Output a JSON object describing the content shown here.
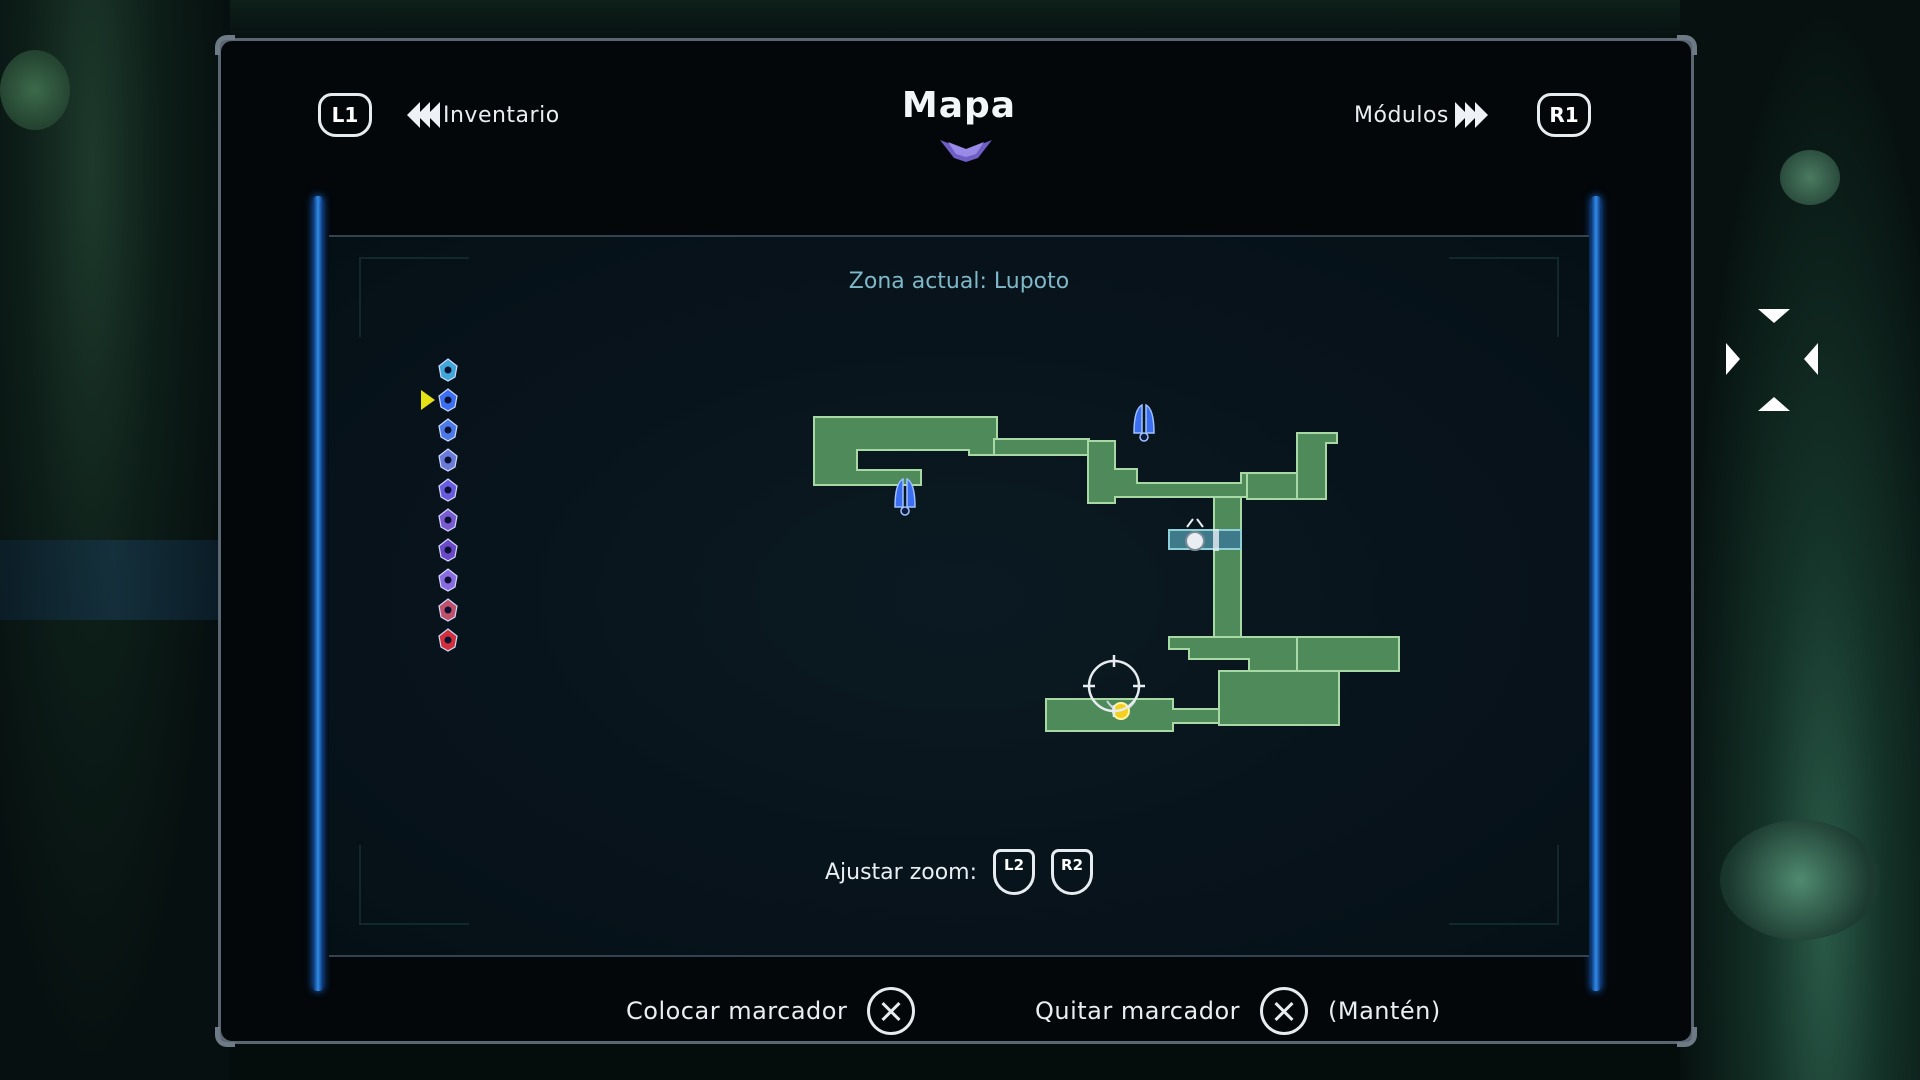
{
  "header": {
    "title": "Mapa",
    "left_button": "L1",
    "left_nav_label": "Inventario",
    "right_nav_label": "Módulos",
    "right_button": "R1"
  },
  "map": {
    "zone_label": "Zona actual: Lupoto",
    "legend_icons": [
      "save-station-icon",
      "teleporter-icon",
      "upgrade-station-icon",
      "shop-icon",
      "npc-icon",
      "boss-icon",
      "enemy-icon",
      "winged-enemy-icon",
      "skull-boss-icon",
      "red-boss-icon"
    ],
    "selected_legend_index": 1
  },
  "zoom": {
    "label": "Ajustar zoom:",
    "zoom_out_button": "L2",
    "zoom_in_button": "R2"
  },
  "footer": {
    "place_marker_label": "Colocar marcador",
    "remove_marker_label": "Quitar marcador",
    "hold_label": "(Mantén)"
  },
  "colors": {
    "room_fill": "#4f8a5a",
    "room_stroke": "#a8d8a4",
    "accent_blue": "#2f8be8",
    "zone_text": "#7fb8c8",
    "cursor_yellow": "#e6e018"
  }
}
